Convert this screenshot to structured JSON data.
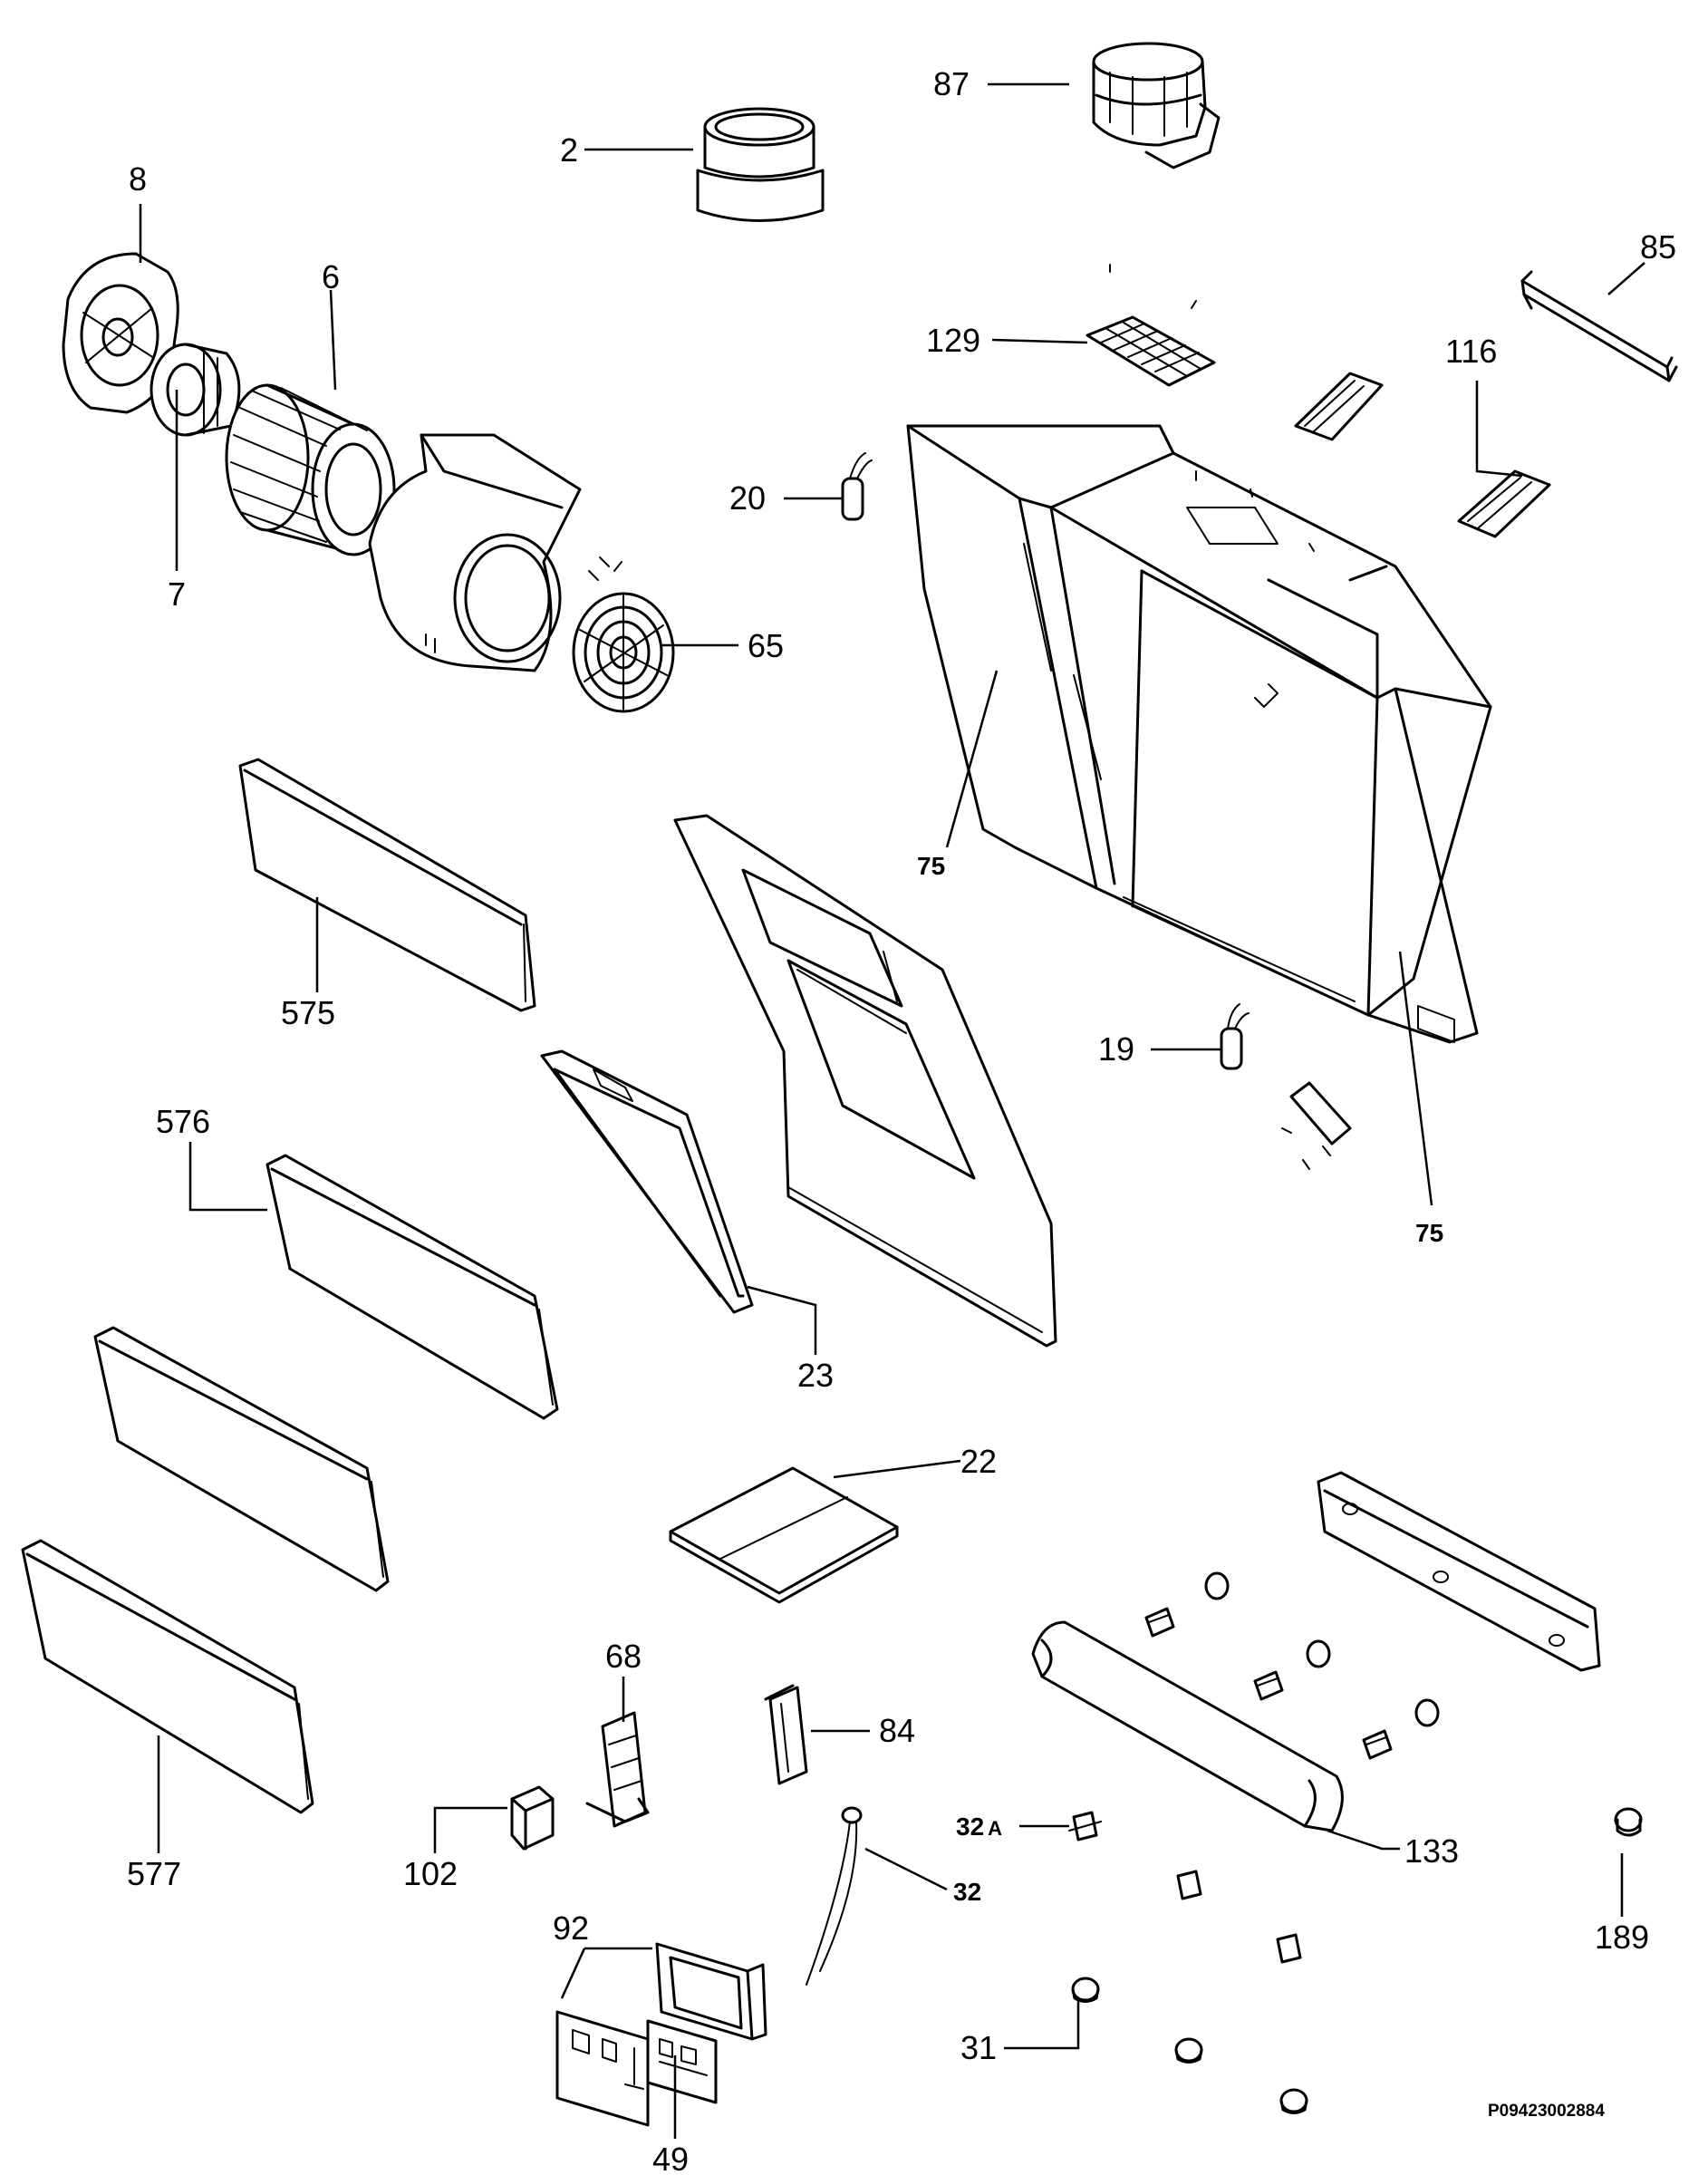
{
  "labels": {
    "p2": "2",
    "p87": "87",
    "p8": "8",
    "p6": "6",
    "p7": "7",
    "p85": "85",
    "p129": "129",
    "p116": "116",
    "p20": "20",
    "p65": "65",
    "p75a": "75",
    "p75b": "75",
    "p575": "575",
    "p576": "576",
    "p577": "577",
    "p19": "19",
    "p23": "23",
    "p22": "22",
    "p68": "68",
    "p84": "84",
    "p102": "102",
    "p32a_num": "32",
    "p32a_suffix": "A",
    "p32": "32",
    "p133": "133",
    "p189": "189",
    "p92": "92",
    "p31": "31",
    "p49": "49"
  },
  "document_code": "P09423002884"
}
